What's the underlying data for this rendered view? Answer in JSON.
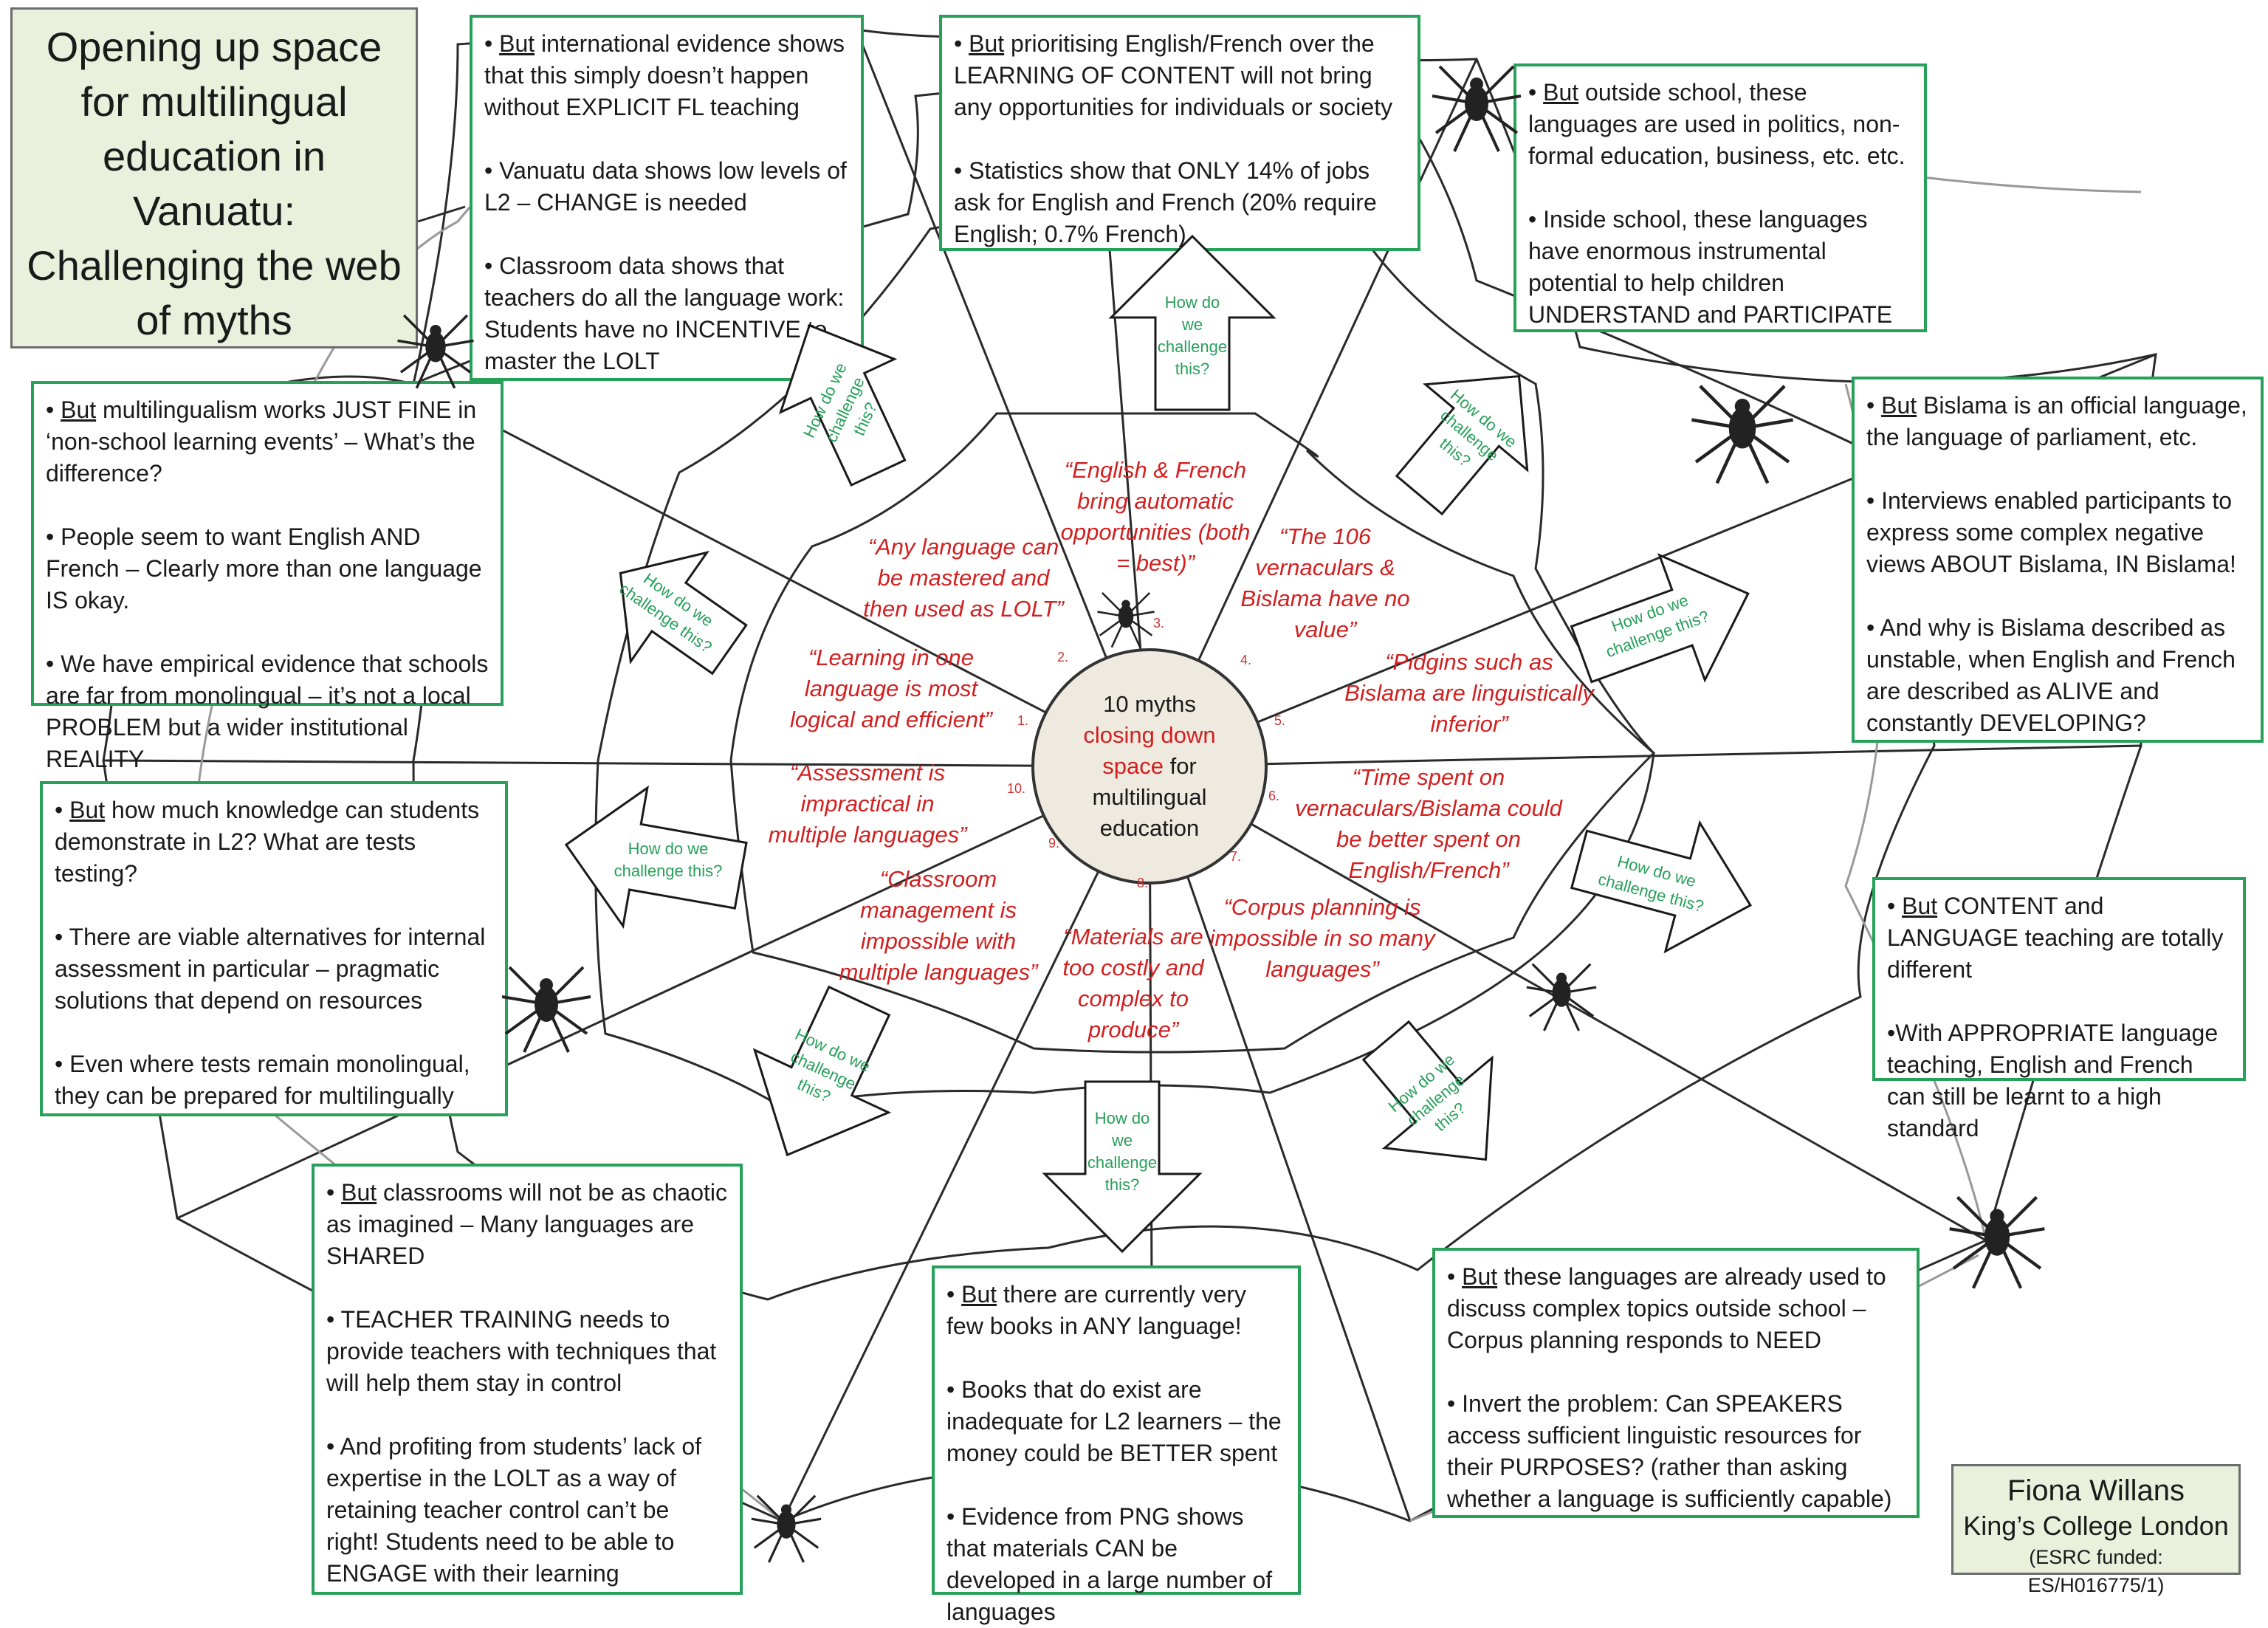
{
  "title": "Opening up space for multilingual education in Vanuatu: Challenging the web of myths",
  "hub": {
    "line1": "10 myths",
    "line2": "closing down",
    "line3": "space",
    "line4": "for",
    "line5": "multilingual",
    "line6": "education"
  },
  "myths": [
    {
      "num": "1.",
      "text": "“Learning in one language is most logical and efficient”"
    },
    {
      "num": "2.",
      "text": "“Any language can be mastered and then used as LOLT”"
    },
    {
      "num": "3.",
      "text": "“English & French bring automatic opportunities (both = best)”"
    },
    {
      "num": "4.",
      "text": "“The 106 vernaculars & Bislama have no value”"
    },
    {
      "num": "5.",
      "text": "“Pidgins such as Bislama are linguistically inferior”"
    },
    {
      "num": "6.",
      "text": "“Time spent on vernaculars/Bislama could be better spent on English/French”"
    },
    {
      "num": "7.",
      "text": "“Corpus planning is impossible in so many languages”"
    },
    {
      "num": "8.",
      "text": "“Materials are too costly and complex to produce”"
    },
    {
      "num": "9.",
      "text": "“Classroom management is impossible with multiple languages”"
    },
    {
      "num": "10.",
      "text": "“Assessment is impractical in multiple languages”"
    }
  ],
  "challenge_label": "How do we challenge this?",
  "boxes": {
    "box_top_left": {
      "but": "But",
      "p1_rest": " international evidence shows that this simply doesn’t happen without EXPLICIT FL teaching",
      "p2": "• Vanuatu data shows low levels of L2 – CHANGE is needed",
      "p3": "• Classroom data shows that teachers do all the language work: Students have no INCENTIVE to master the LOLT"
    },
    "box_top_center": {
      "but": "But",
      "p1_rest": " prioritising English/French over the LEARNING OF CONTENT will not bring any opportunities for individuals or society",
      "p2": "• Statistics show that ONLY 14% of jobs ask for English and French (20% require English; 0.7% French)"
    },
    "box_top_right": {
      "but": "But",
      "p1_rest": " outside school, these languages are used in politics, non-formal education, business, etc. etc.",
      "p2": "• Inside school, these languages have enormous instrumental potential to help children UNDERSTAND and PARTICIPATE"
    },
    "box_left_upper": {
      "but": "But",
      "p1_rest": " multilingualism works JUST FINE in ‘non-school learning events’ – What’s the difference?",
      "p2": "• People seem to want English AND French – Clearly more than one language IS okay.",
      "p3": "• We have empirical evidence that schools are far from monolingual – it’s not a local PROBLEM but a wider institutional REALITY"
    },
    "box_right_upper": {
      "but": "But",
      "p1_rest": " Bislama is an official language, the language of parliament, etc.",
      "p2": "• Interviews enabled participants to express some complex negative views ABOUT Bislama, IN Bislama!",
      "p3": "• And why is Bislama described as unstable, when English and French are described as ALIVE and constantly DEVELOPING?"
    },
    "box_left_lower": {
      "but": "But",
      "p1_rest": " how much knowledge can students demonstrate in L2? What are tests testing?",
      "p2": "• There are viable alternatives for internal assessment in particular – pragmatic solutions that depend on resources",
      "p3": "• Even where tests remain monolingual, they can be prepared for multilingually"
    },
    "box_right_lower": {
      "but": "But",
      "p1_rest": " CONTENT and LANGUAGE teaching are totally different",
      "p2": "•With APPROPRIATE language teaching, English and French can still be learnt to a high standard"
    },
    "box_bottom_left": {
      "but": "But",
      "p1_rest": " classrooms will not be as chaotic as imagined – Many languages are SHARED",
      "p2": "• TEACHER TRAINING needs to provide teachers with techniques that will help them stay in control",
      "p3": "• And profiting from students’ lack of expertise in the LOLT as a way of retaining teacher control can’t be right! Students need to be able to ENGAGE with their learning"
    },
    "box_bottom_center": {
      "but": "But",
      "p1_rest": " there are currently very few books in ANY language!",
      "p2": "• Books that do exist are inadequate for L2 learners – the money could be BETTER spent",
      "p3": "• Evidence from PNG shows that materials CAN be developed in a large number of languages"
    },
    "box_bottom_right": {
      "but": "But",
      "p1_rest": " these languages are already used to discuss complex topics outside school – Corpus planning responds to NEED",
      "p2": "• Invert the problem:  Can SPEAKERS access sufficient linguistic resources for their PURPOSES? (rather than asking whether a language is sufficiently capable)"
    }
  },
  "author": {
    "name": "Fiona Willans",
    "institution": "King’s College London",
    "funding": "(ESRC funded:  ES/H016775/1)"
  },
  "colors": {
    "myth_red": "#d21f1f",
    "box_green": "#27a05a",
    "title_bg": "#eaf0dc",
    "hub_bg": "#eeeae0"
  }
}
